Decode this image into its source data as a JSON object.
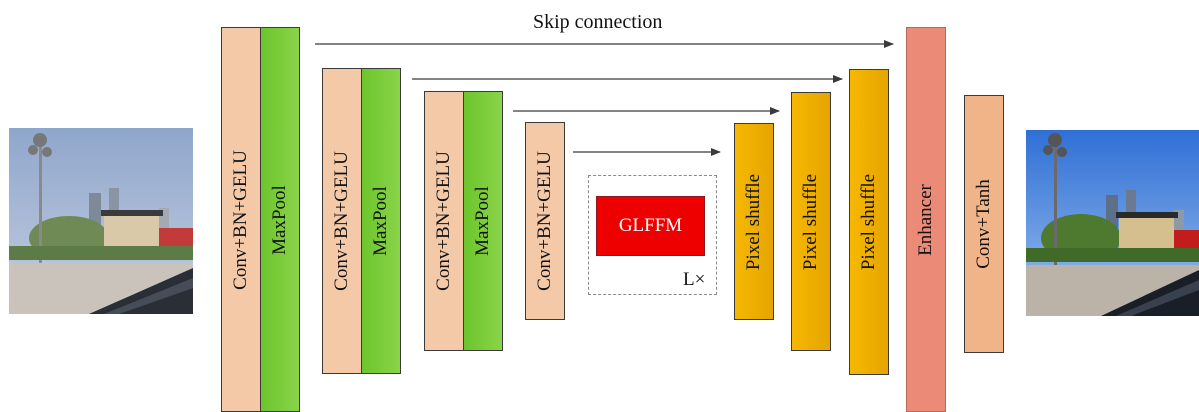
{
  "skip_label": "Skip connection",
  "encoder": {
    "conv_label": "Conv+BN+GELU",
    "pool_label": "MaxPool"
  },
  "bottleneck": {
    "module_label": "GLFFM",
    "repeat_label": "L×"
  },
  "decoder": {
    "shuffle_label": "Pixel shuffle"
  },
  "head": {
    "enhancer_label": "Enhancer",
    "tanh_label": "Conv+Tanh"
  },
  "colors": {
    "conv": "#f4c9a8",
    "pool": "#7acb3a",
    "shuffle": "#f0b000",
    "enhancer": "#ec8a78",
    "tanh": "#f0b488",
    "glffm": "#ee0000"
  }
}
